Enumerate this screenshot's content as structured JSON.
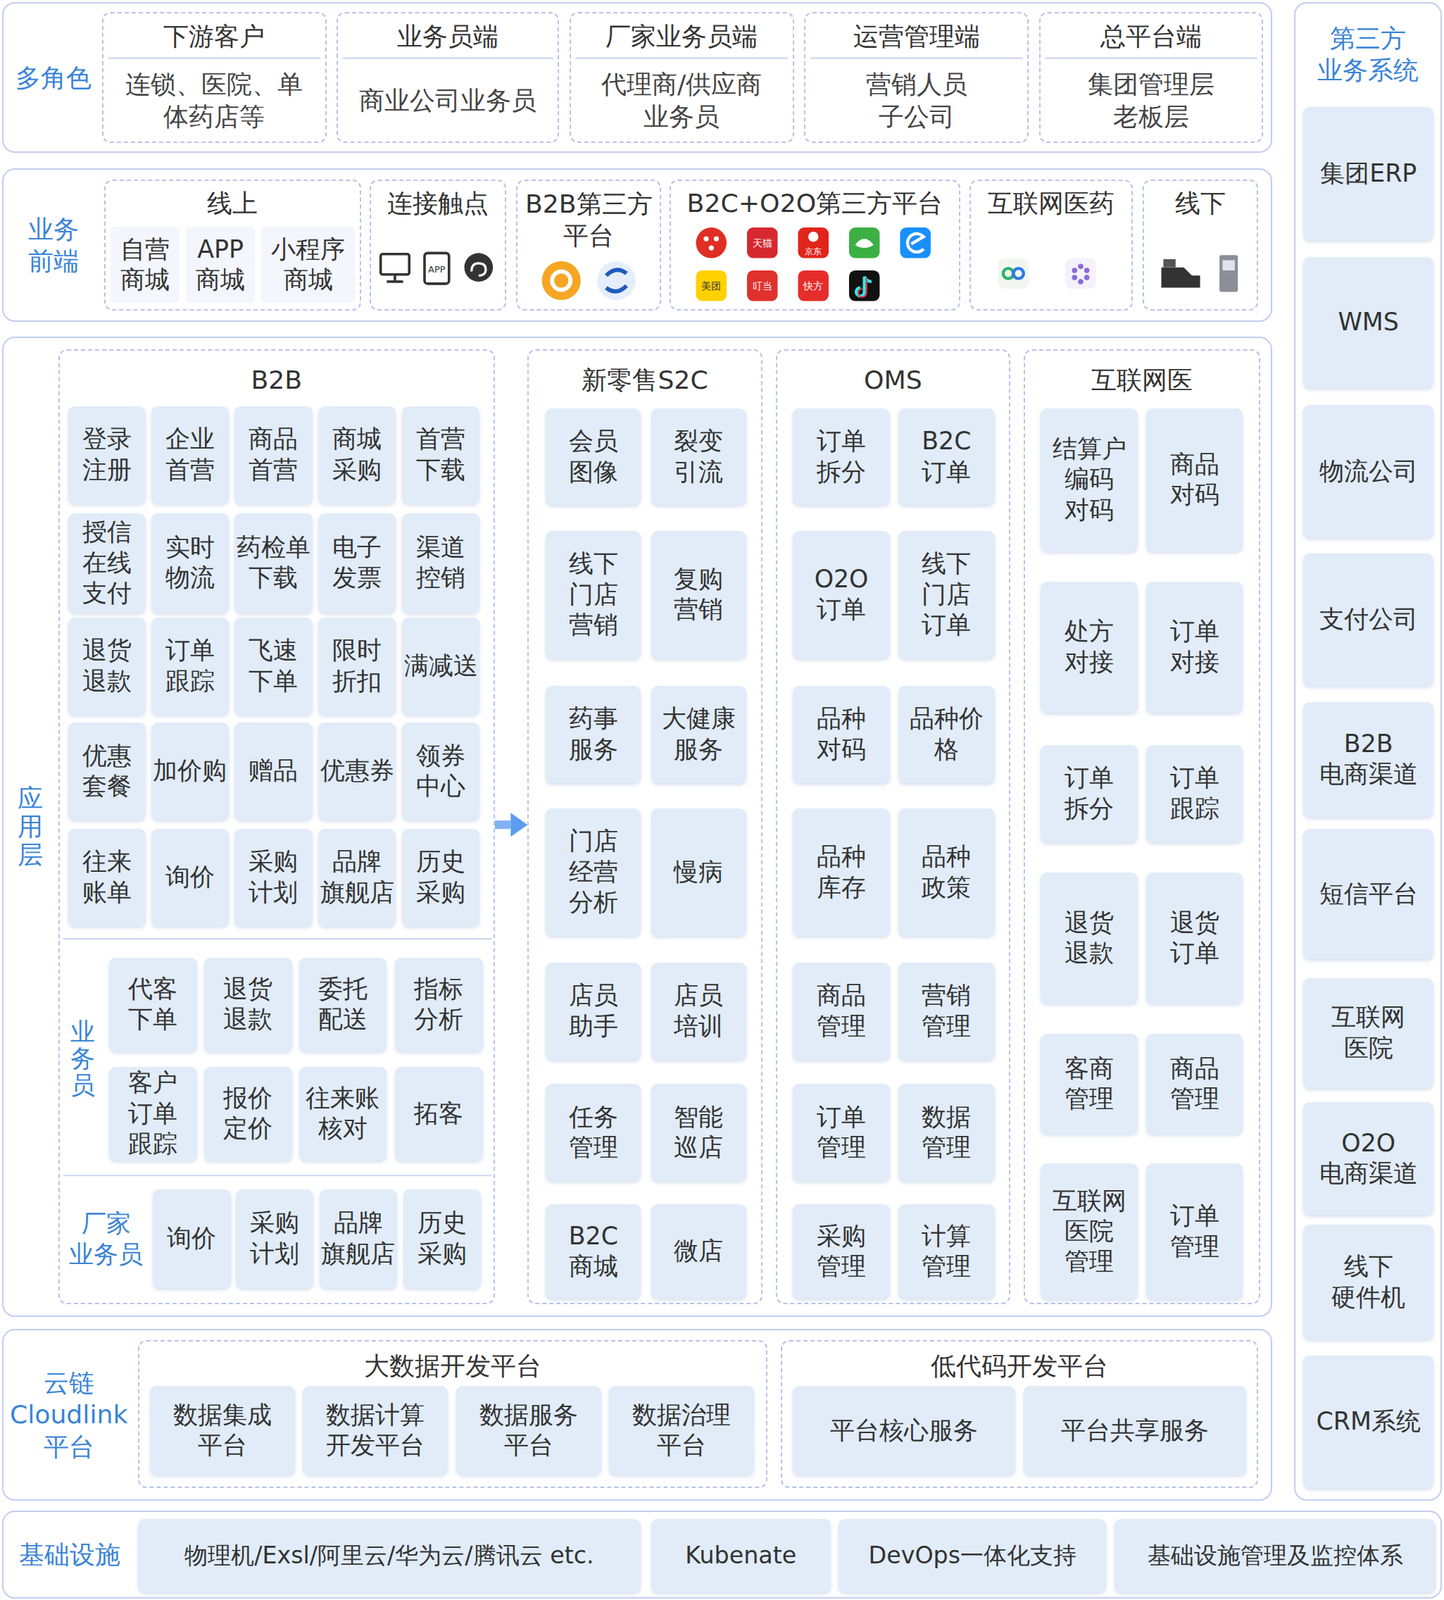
{
  "diagram": {
    "nodes": [
      {
        "text": [
          "多角色"
        ]
      },
      {
        "text": [
          "下游客户",
          "连锁、医院、单 体药店等"
        ],
        "in": 0
      },
      {
        "text": [
          "业务员端",
          "商业公司业务员"
        ],
        "in": 0
      },
      {
        "text": [
          "厂家业务员端",
          "代理商/供应商 业务员"
        ],
        "in": 0
      },
      {
        "text": [
          "运营管理端",
          "营销人员 子公司"
        ],
        "in": 0
      },
      {
        "text": [
          "总平台端",
          "集团管理层 老板层"
        ],
        "in": 0
      },
      {
        "text": [
          "业务 前端"
        ]
      },
      {
        "text": [
          "线上"
        ],
        "in": 6
      },
      {
        "text": [
          "自营 商城"
        ],
        "in": 7
      },
      {
        "text": [
          "APP 商城"
        ],
        "in": 7
      },
      {
        "text": [
          "小程序 商城"
        ],
        "in": 7
      },
      {
        "text": [
          "连接触点"
        ],
        "in": 6
      },
      {
        "text": [
          "B2B第三方 平台"
        ],
        "in": 6
      },
      {
        "text": [
          "B2C+O2O第三方平台"
        ],
        "in": 6
      },
      {
        "text": [
          "互联网医药"
        ],
        "in": 6
      },
      {
        "text": [
          "线下"
        ],
        "in": 6
      },
      {
        "text": [
          "应用层"
        ]
      },
      {
        "text": [
          "B2B"
        ],
        "in": 16
      },
      {
        "text": [
          "登录 注册"
        ],
        "in": 17
      },
      {
        "text": [
          "企业 首营"
        ],
        "in": 17
      },
      {
        "text": [
          "商品 首营"
        ],
        "in": 17
      },
      {
        "text": [
          "商城 采购"
        ],
        "in": 17
      },
      {
        "text": [
          "首营 下载"
        ],
        "in": 17
      },
      {
        "text": [
          "授信 在线 支付"
        ],
        "in": 17
      },
      {
        "text": [
          "实时 物流"
        ],
        "in": 17
      },
      {
        "text": [
          "药检单 下载"
        ],
        "in": 17
      },
      {
        "text": [
          "电子 发票"
        ],
        "in": 17
      },
      {
        "text": [
          "渠道 控销"
        ],
        "in": 17
      },
      {
        "text": [
          "退货 退款"
        ],
        "in": 17
      },
      {
        "text": [
          "订单 跟踪"
        ],
        "in": 17
      },
      {
        "text": [
          "飞速 下单"
        ],
        "in": 17
      },
      {
        "text": [
          "限时 折扣"
        ],
        "in": 17
      },
      {
        "text": [
          "满减送"
        ],
        "in": 17
      },
      {
        "text": [
          "优惠 套餐"
        ],
        "in": 17
      },
      {
        "text": [
          "加价购"
        ],
        "in": 17
      },
      {
        "text": [
          "赠品"
        ],
        "in": 17
      },
      {
        "text": [
          "优惠券"
        ],
        "in": 17
      },
      {
        "text": [
          "领券 中心"
        ],
        "in": 17
      },
      {
        "text": [
          "往来 账单"
        ],
        "in": 17
      },
      {
        "text": [
          "询价"
        ],
        "in": 17
      },
      {
        "text": [
          "采购 计划"
        ],
        "in": 17
      },
      {
        "text": [
          "品牌 旗舰店"
        ],
        "in": 17
      },
      {
        "text": [
          "历史 采购"
        ],
        "in": 17
      },
      {
        "text": [
          "业务员"
        ],
        "in": 17
      },
      {
        "text": [
          "代客 下单"
        ],
        "in": 43
      },
      {
        "text": [
          "退货 退款"
        ],
        "in": 43
      },
      {
        "text": [
          "委托 配送"
        ],
        "in": 43
      },
      {
        "text": [
          "指标 分析"
        ],
        "in": 43
      },
      {
        "text": [
          "客户 订单 跟踪"
        ],
        "in": 43
      },
      {
        "text": [
          "报价 定价"
        ],
        "in": 43
      },
      {
        "text": [
          "往来账 核对"
        ],
        "in": 43
      },
      {
        "text": [
          "拓客"
        ],
        "in": 43
      },
      {
        "text": [
          "厂家 业务员"
        ],
        "in": 17
      },
      {
        "text": [
          "询价"
        ],
        "in": 52
      },
      {
        "text": [
          "采购 计划"
        ],
        "in": 52
      },
      {
        "text": [
          "品牌 旗舰店"
        ],
        "in": 52
      },
      {
        "text": [
          "历史 采购"
        ],
        "in": 52
      },
      {
        "text": [
          "新零售S2C"
        ],
        "in": 16
      },
      {
        "text": [
          "会员 图像"
        ],
        "in": 57
      },
      {
        "text": [
          "裂变 引流"
        ],
        "in": 57
      },
      {
        "text": [
          "线下 门店 营销"
        ],
        "in": 57
      },
      {
        "text": [
          "复购 营销"
        ],
        "in": 57
      },
      {
        "text": [
          "药事 服务"
        ],
        "in": 57
      },
      {
        "text": [
          "大健康 服务"
        ],
        "in": 57
      },
      {
        "text": [
          "门店 经营 分析"
        ],
        "in": 57
      },
      {
        "text": [
          "慢病"
        ],
        "in": 57
      },
      {
        "text": [
          "店员 助手"
        ],
        "in": 57
      },
      {
        "text": [
          "店员 培训"
        ],
        "in": 57
      },
      {
        "text": [
          "任务 管理"
        ],
        "in": 57
      },
      {
        "text": [
          "智能 巡店"
        ],
        "in": 57
      },
      {
        "text": [
          "B2C 商城"
        ],
        "in": 57
      },
      {
        "text": [
          "微店"
        ],
        "in": 57
      },
      {
        "text": [
          "OMS"
        ],
        "in": 16
      },
      {
        "text": [
          "订单 拆分"
        ],
        "in": 72
      },
      {
        "text": [
          "B2C 订单"
        ],
        "in": 72
      },
      {
        "text": [
          "O2O 订单"
        ],
        "in": 72
      },
      {
        "text": [
          "线下 门店 订单"
        ],
        "in": 72
      },
      {
        "text": [
          "品种 对码"
        ],
        "in": 72
      },
      {
        "text": [
          "品种价 格"
        ],
        "in": 72
      },
      {
        "text": [
          "品种 库存"
        ],
        "in": 72
      },
      {
        "text": [
          "品种 政策"
        ],
        "in": 72
      },
      {
        "text": [
          "商品 管理"
        ],
        "in": 72
      },
      {
        "text": [
          "营销 管理"
        ],
        "in": 72
      },
      {
        "text": [
          "订单 管理"
        ],
        "in": 72
      },
      {
        "text": [
          "数据 管理"
        ],
        "in": 72
      },
      {
        "text": [
          "采购 管理"
        ],
        "in": 72
      },
      {
        "text": [
          "计算 管理"
        ],
        "in": 72
      },
      {
        "text": [
          "互联网医"
        ],
        "in": 16
      },
      {
        "text": [
          "结算户 编码 对码"
        ],
        "in": 87
      },
      {
        "text": [
          "商品 对码"
        ],
        "in": 87
      },
      {
        "text": [
          "处方 对接"
        ],
        "in": 87
      },
      {
        "text": [
          "订单 对接"
        ],
        "in": 87
      },
      {
        "text": [
          "订单 拆分"
        ],
        "in": 87
      },
      {
        "text": [
          "订单 跟踪"
        ],
        "in": 87
      },
      {
        "text": [
          "退货 退款"
        ],
        "in": 87
      },
      {
        "text": [
          "退货 订单"
        ],
        "in": 87
      },
      {
        "text": [
          "客商 管理"
        ],
        "in": 87
      },
      {
        "text": [
          "商品 管理"
        ],
        "in": 87
      },
      {
        "text": [
          "互联网 医院 管理"
        ],
        "in": 87
      },
      {
        "text": [
          "订单 管理"
        ],
        "in": 87
      },
      {
        "text": [
          "云链 Cloudlink 平台"
        ]
      },
      {
        "text": [
          "大数据开发平台"
        ],
        "in": 100
      },
      {
        "text": [
          "数据集成 平台"
        ],
        "in": 101
      },
      {
        "text": [
          "数据计算 开发平台"
        ],
        "in": 101
      },
      {
        "text": [
          "数据服务 平台"
        ],
        "in": 101
      },
      {
        "text": [
          "数据治理 平台"
        ],
        "in": 101
      },
      {
        "text": [
          "低代码开发平台"
        ],
        "in": 100
      },
      {
        "text": [
          "平台核心服务"
        ],
        "in": 106
      },
      {
        "text": [
          "平台共享服务"
        ],
        "in": 106
      },
      {
        "text": [
          "基础设施"
        ]
      },
      {
        "text": [
          "物理机/Exsl/阿里云/华为云/腾讯云 etc."
        ],
        "in": 109
      },
      {
        "text": [
          "Kubenate"
        ],
        "in": 109
      },
      {
        "text": [
          "DevOps一体化支持"
        ],
        "in": 109
      },
      {
        "text": [
          "基础设施管理及监控体系"
        ],
        "in": 109
      },
      {
        "text": [
          "第三方 业务系统"
        ]
      },
      {
        "text": [
          "集团ERP"
        ],
        "in": 114
      },
      {
        "text": [
          "WMS"
        ],
        "in": 114
      },
      {
        "text": [
          "物流公司"
        ],
        "in": 114
      },
      {
        "text": [
          "支付公司"
        ],
        "in": 114
      },
      {
        "text": [
          "B2B 电商渠道"
        ],
        "in": 114
      },
      {
        "text": [
          "短信平台"
        ],
        "in": 114
      },
      {
        "text": [
          "互联网 医院"
        ],
        "in": 114
      },
      {
        "text": [
          "O2O 电商渠道"
        ],
        "in": 114
      },
      {
        "text": [
          "线下 硬件机"
        ],
        "in": 114
      },
      {
        "text": [
          "CRM系统"
        ],
        "in": 114
      }
    ],
    "edges": [
      {
        "from": 17,
        "to": 57,
        "arrow": "to"
      }
    ],
    "labels": [
      "APP",
      "天猫",
      "京东",
      "美团",
      "叮当",
      "快方"
    ]
  }
}
